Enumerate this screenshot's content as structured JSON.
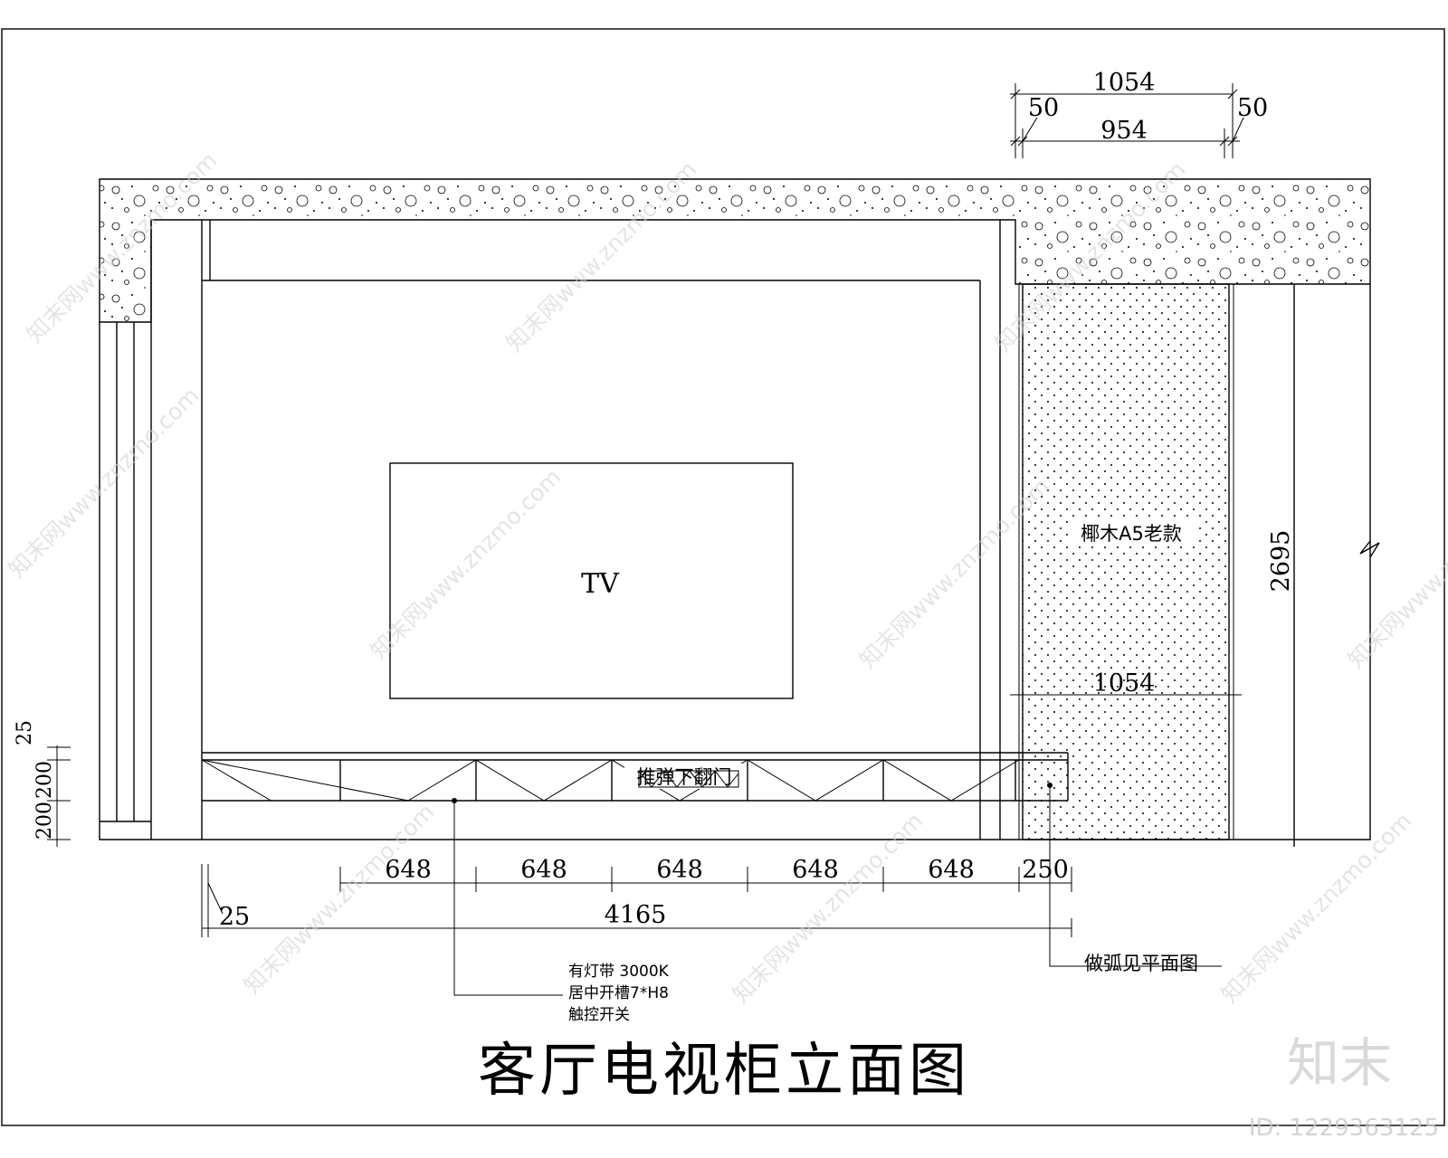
{
  "title": "客厅电视柜立面图",
  "tv_label": "TV",
  "material_label": "椰木A5老款",
  "flap_door_label": "推弹下翻门",
  "notes": {
    "lighting": [
      "有灯带 3000K",
      "居中开槽7*H8",
      "触控开关"
    ],
    "arc": "做弧见平面图"
  },
  "dimensions": {
    "top_total": "1054",
    "top_left_gap": "50",
    "top_inner": "954",
    "top_right_gap": "50",
    "height": "2695",
    "panel_width": "1054",
    "cabinet_segments": [
      "648",
      "648",
      "648",
      "648",
      "648",
      "250"
    ],
    "left_offset": "25",
    "cabinet_total": "4165",
    "left_vertical": [
      "25",
      "200",
      "200"
    ]
  },
  "watermark": {
    "site": "知末网www.znzmo.com",
    "brand": "知末",
    "id": "ID: 1229363125"
  }
}
